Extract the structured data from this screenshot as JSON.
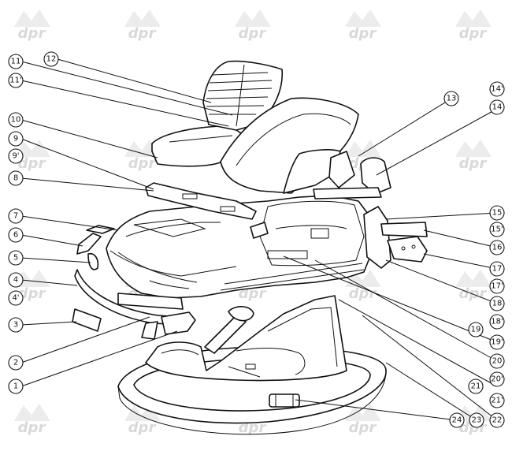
{
  "watermark": {
    "text": "dpr"
  },
  "callouts": [
    {
      "label": "11"
    },
    {
      "label": "11'"
    },
    {
      "label": "12"
    },
    {
      "label": "10"
    },
    {
      "label": "9"
    },
    {
      "label": "9'"
    },
    {
      "label": "8"
    },
    {
      "label": "7"
    },
    {
      "label": "6"
    },
    {
      "label": "5"
    },
    {
      "label": "4"
    },
    {
      "label": "4'"
    },
    {
      "label": "3"
    },
    {
      "label": "2"
    },
    {
      "label": "1"
    },
    {
      "label": "13"
    },
    {
      "label": "14'"
    },
    {
      "label": "14"
    },
    {
      "label": "15"
    },
    {
      "label": "15'"
    },
    {
      "label": "16"
    },
    {
      "label": "17"
    },
    {
      "label": "17'"
    },
    {
      "label": "18"
    },
    {
      "label": "18'"
    },
    {
      "label": "19"
    },
    {
      "label": "19'"
    },
    {
      "label": "20"
    },
    {
      "label": "20'"
    },
    {
      "label": "21"
    },
    {
      "label": "21'"
    },
    {
      "label": "22"
    },
    {
      "label": "23"
    },
    {
      "label": "24"
    }
  ]
}
